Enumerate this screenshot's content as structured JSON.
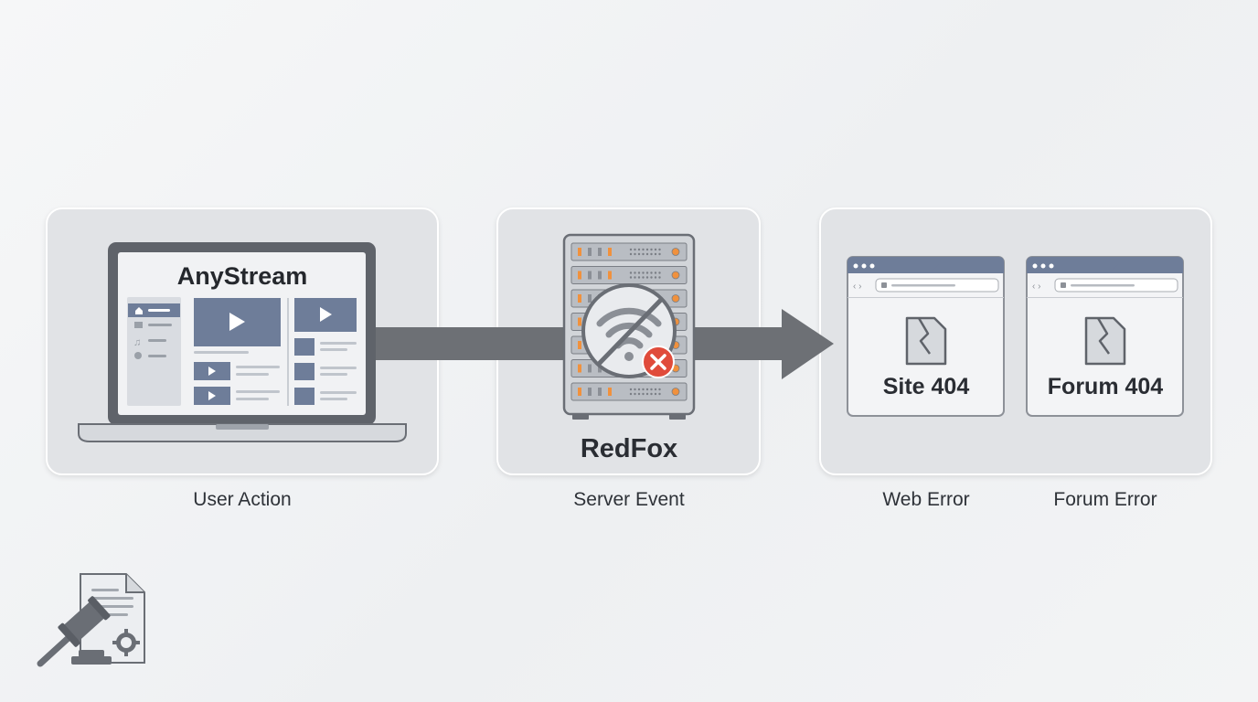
{
  "diagram": {
    "steps": [
      {
        "app_title": "AnyStream",
        "caption": "User Action"
      },
      {
        "server_name": "RedFox",
        "caption": "Server Event"
      },
      {
        "errors": [
          {
            "title": "Site 404",
            "caption": "Web Error"
          },
          {
            "title": "Forum 404",
            "caption": "Forum Error"
          }
        ]
      }
    ]
  },
  "colors": {
    "panel": "#e1e3e6",
    "arrow": "#6d7075",
    "slate": "#6e7d99",
    "error_red": "#e04b3b",
    "led_orange": "#f0913d"
  },
  "icons": [
    "laptop-icon",
    "server-rack-icon",
    "wifi-off-icon",
    "error-x-icon",
    "browser-window-icon",
    "broken-file-icon",
    "gavel-icon",
    "document-icon",
    "gear-icon"
  ]
}
